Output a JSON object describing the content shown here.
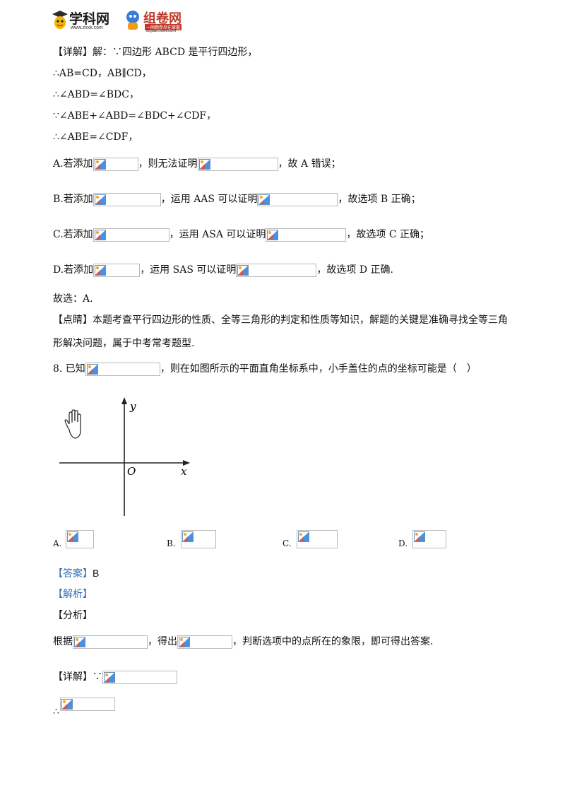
{
  "header": {
    "logo1": {
      "name": "学科网",
      "url": "www.zxxk.com"
    },
    "logo2": {
      "name": "组卷网",
      "slogan": "一网题卷尽在掌握",
      "url": "zujuan.xkw.com"
    }
  },
  "q7_solution": {
    "detail_label": "【详解】解：",
    "l1": "∵四边形 ABCD 是平行四边形，",
    "l2": "∴AB=CD，AB∥CD，",
    "l3": "∴∠ABD=∠BDC，",
    "l4": "∵∠ABE+∠ABD=∠BDC+∠CDF，",
    "l5": "∴∠ABE=∠CDF，",
    "optA": {
      "a": "A.若添加",
      "b": "，则无法证明",
      "c": "，故 A 错误；"
    },
    "optB": {
      "a": "B.若添加",
      "b": "，运用 AAS 可以证明",
      "c": "，故选项 B 正确；"
    },
    "optC": {
      "a": "C.若添加",
      "b": "，运用 ASA 可以证明",
      "c": "，故选项 C 正确；"
    },
    "optD": {
      "a": "D.若添加",
      "b": "，运用 SAS 可以证明",
      "c": "，故选项 D 正确."
    },
    "choose": "故选：A.",
    "comment1": "【点睛】本题考查平行四边形的性质、全等三角形的判定和性质等知识，解题的关键是准确寻找全等三角",
    "comment2": "形解决问题，属于中考常考题型."
  },
  "q8": {
    "stem_a": "8. 已知",
    "stem_b": "，则在如图所示的平面直角坐标系中，小手盖住的点的坐标可能是（　）",
    "figure": {
      "y_label": "y",
      "x_label": "x",
      "origin_label": "O"
    },
    "options": [
      "A.",
      "B.",
      "C.",
      "D."
    ],
    "answer_label": "【答案】",
    "answer": "B",
    "analysis_label": "【解析】",
    "analyze_label": "【分析】",
    "analyze_a": "根据",
    "analyze_b": "，得出",
    "analyze_c": "，判断选项中的点所在的象限，即可得出答案.",
    "detail_label": "【详解】∵",
    "therefore": "∴"
  }
}
